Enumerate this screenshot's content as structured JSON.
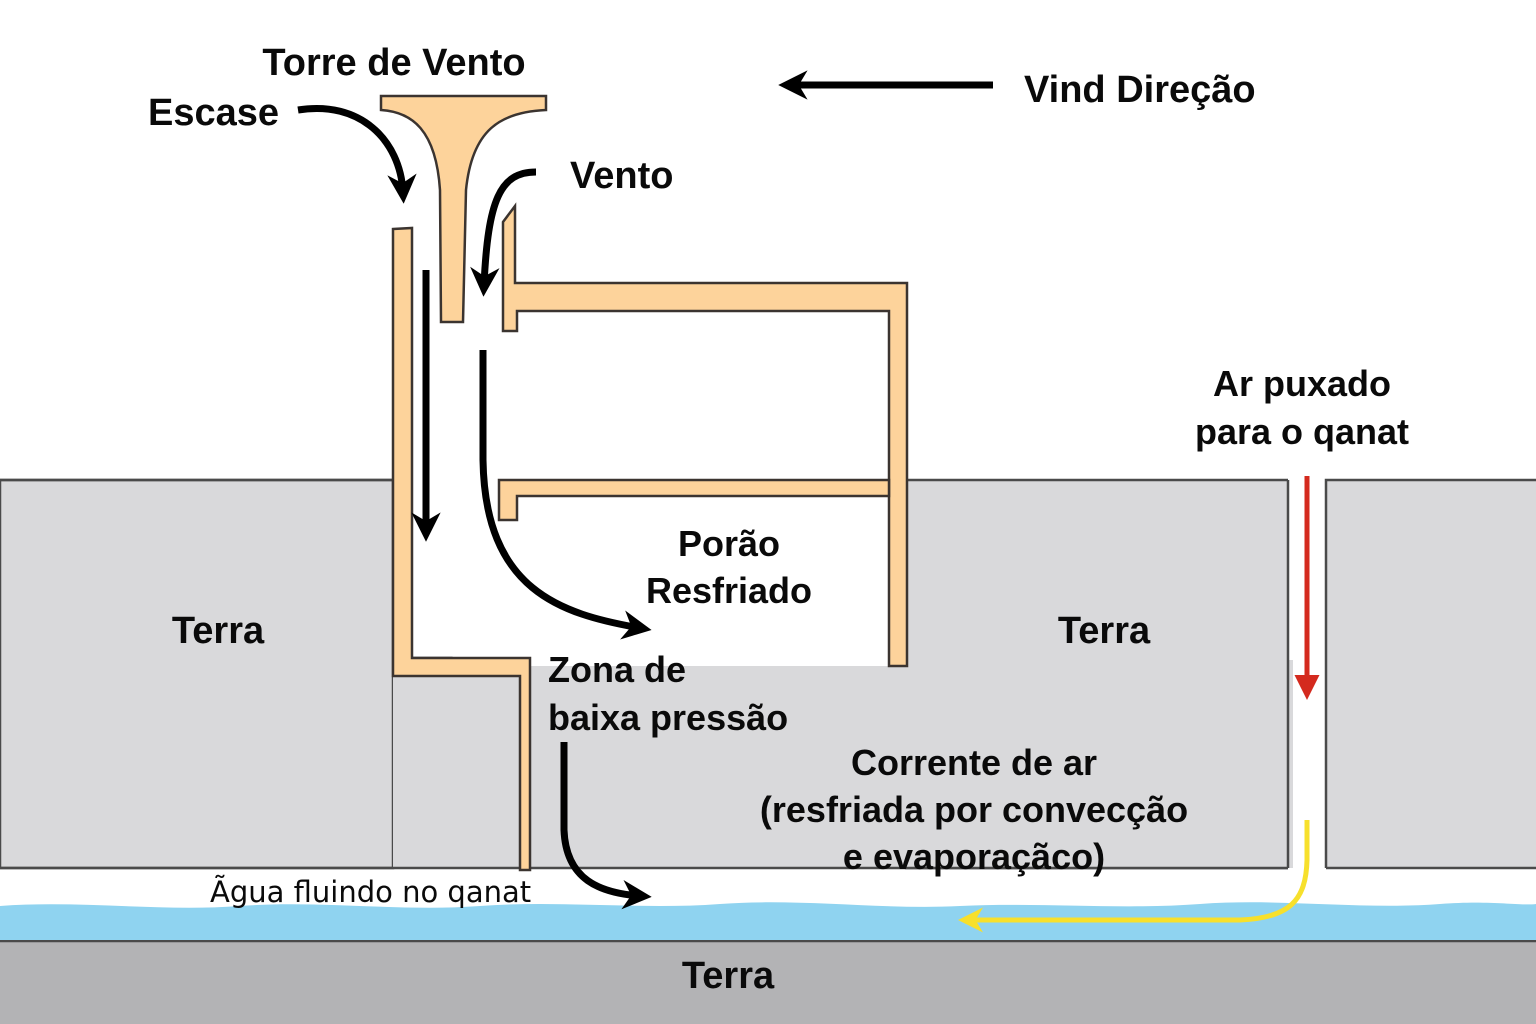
{
  "title": "Torre de Vento",
  "labels": {
    "tower": "Torre de Vento",
    "exhaust": "Escase",
    "wind": "Vento",
    "wind_direction": "Vind Direção",
    "basement_line1": "Porão",
    "basement_line2": "Resfriado",
    "earth_left": "Terra",
    "earth_right": "Terra",
    "earth_bottom": "Terra",
    "low_pressure_line1": "Zona de",
    "low_pressure_line2": "baixa pressão",
    "water": "Ãgua fluindo no qanat",
    "air_pulled_line1": "Ar puxado",
    "air_pulled_line2": "para o qanat",
    "air_current_line1": "Corrente de ar",
    "air_current_line2": "(resfriada por convecção",
    "air_current_line3": "e evaporaçãco)"
  },
  "colors": {
    "wall": "#fdd39b",
    "earth": "#d9d9db",
    "bedrock": "#b3b3b5",
    "water": "#8fd3f0",
    "air_in_arrow": "#d42a1e",
    "air_current_arrow": "#f7e02c",
    "flow_arrow": "#000000"
  },
  "icons": {
    "wind_direction_arrow": "arrow-left",
    "air_pulled_arrow": "arrow-down",
    "air_current_arrow": "arrow-left-curved"
  }
}
